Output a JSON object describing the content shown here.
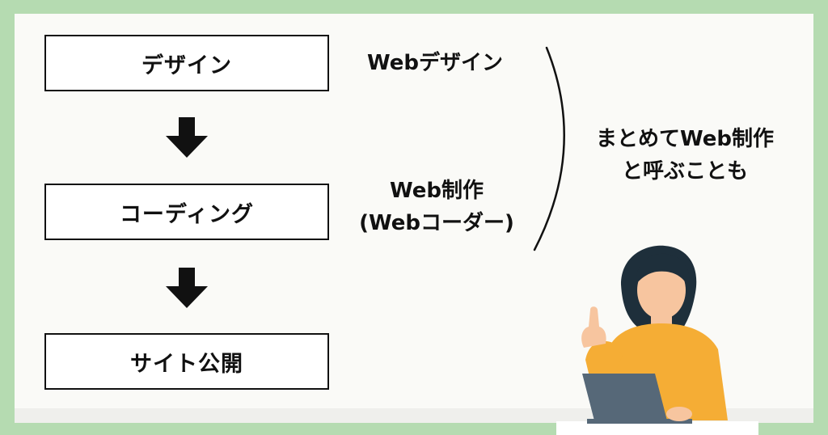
{
  "steps": [
    {
      "label": "デザイン"
    },
    {
      "label": "コーディング"
    },
    {
      "label": "サイト公開"
    }
  ],
  "labels": {
    "design_role": "Webデザイン",
    "coding_role_line1": "Web制作",
    "coding_role_line2": "(Webコーダー)",
    "summary_line1": "まとめてWeb制作",
    "summary_line2": "と呼ぶことも"
  },
  "colors": {
    "frame": "#b5dbb1",
    "background": "#fafaf7",
    "border": "#111111",
    "sweater": "#f5ad35",
    "hair": "#1e2f3b",
    "skin": "#f7c59f",
    "laptop": "#566878"
  },
  "icons": [
    "down-arrow-icon",
    "bracket-icon",
    "person-with-laptop-illustration"
  ]
}
